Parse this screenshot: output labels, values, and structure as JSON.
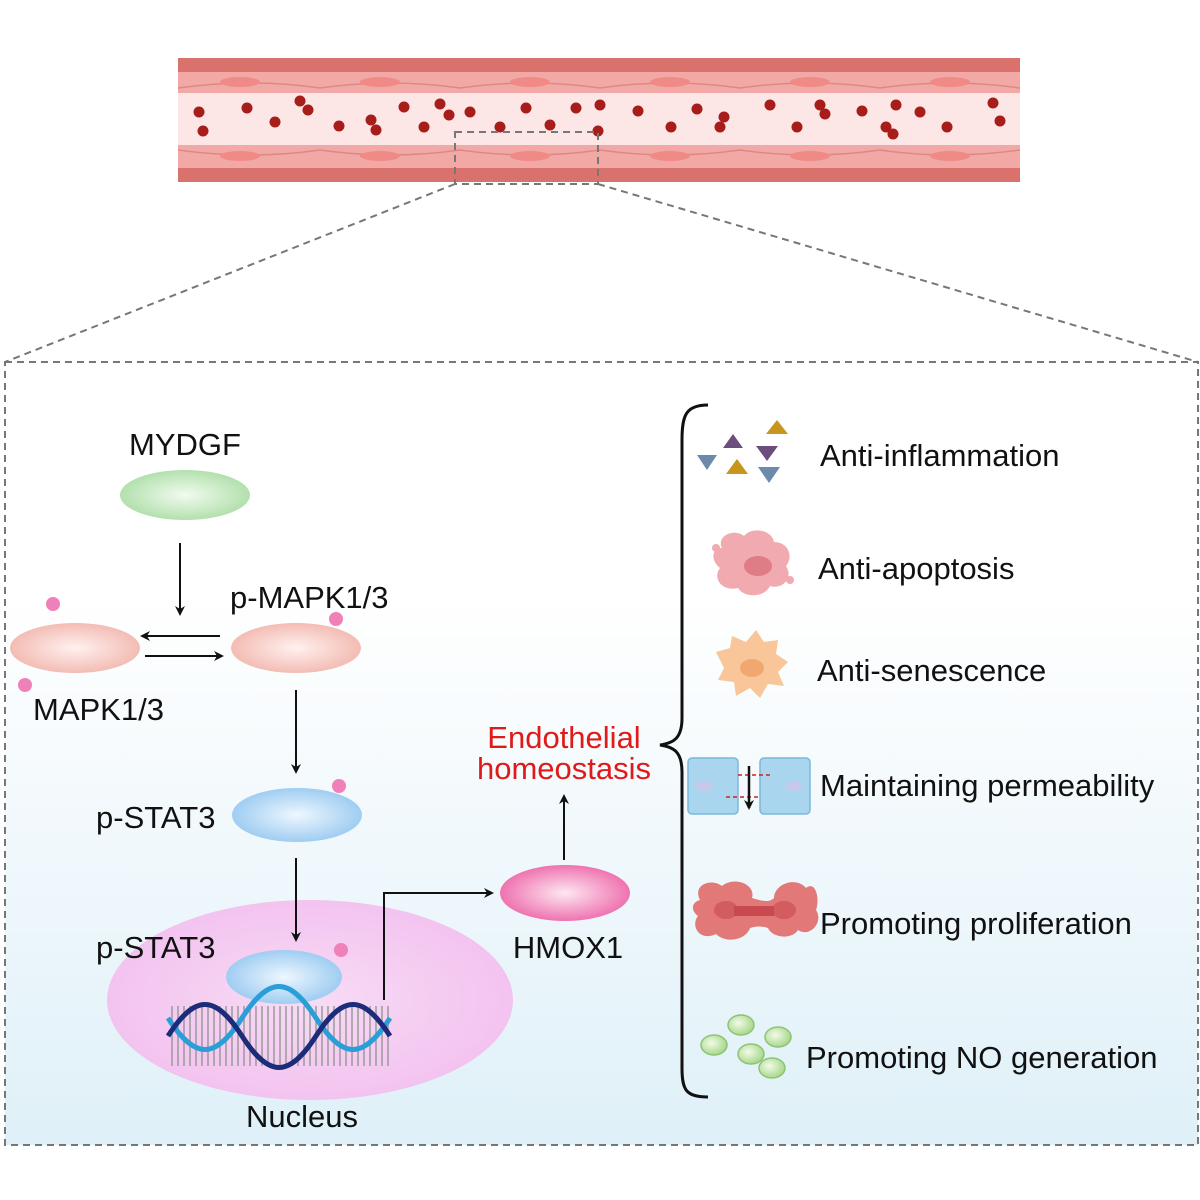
{
  "labels": {
    "mydgf": "MYDGF",
    "p_mapk": "p-MAPK1/3",
    "mapk": "MAPK1/3",
    "p_stat3_cyto": "p-STAT3",
    "p_stat3_nuc": "p-STAT3",
    "nucleus": "Nucleus",
    "hmox1": "HMOX1",
    "homeostasis_line1": "Endothelial",
    "homeostasis_line2": "homeostasis"
  },
  "outcomes": [
    {
      "label": "Anti-inflammation",
      "icon": "cytokine-triangles-icon"
    },
    {
      "label": "Anti-apoptosis",
      "icon": "apoptotic-cell-icon"
    },
    {
      "label": "Anti-senescence",
      "icon": "senescent-cell-icon"
    },
    {
      "label": "Maintaining permeability",
      "icon": "cell-junction-icon"
    },
    {
      "label": "Promoting proliferation",
      "icon": "dividing-cell-icon"
    },
    {
      "label": "Promoting NO generation",
      "icon": "nitric-oxide-bubbles-icon"
    }
  ],
  "colors": {
    "vessel_wall": "#d9726e",
    "vessel_lumen": "#fce3e3",
    "blood_cell": "#a61d1a",
    "mydgf": "#b8e3b3",
    "mapk": "#f6c6bf",
    "stat3": "#a9d3f4",
    "nucleus": "#f7d2f4",
    "hmox1": "#f07ab4",
    "phospho": "#f080b8",
    "highlight": "#e01a1a"
  }
}
